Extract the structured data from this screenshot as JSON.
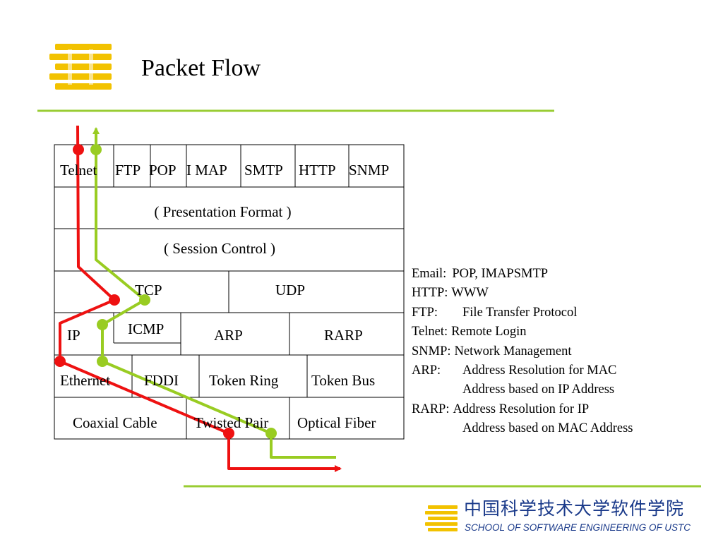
{
  "slide": {
    "title": "Packet Flow",
    "brand_color": "#f2c200",
    "accent_line_color": "#99cc33",
    "path_a_color": "#ee1111",
    "path_b_color": "#99cc22"
  },
  "stack": {
    "application": [
      "Telnet",
      "FTP",
      "POP",
      "I MAP",
      "SMTP",
      "HTTP",
      "SNMP"
    ],
    "presentation": "( Presentation Format )",
    "session": "( Session Control )",
    "transport": [
      "TCP",
      "UDP"
    ],
    "network": [
      "IP",
      "ICMP",
      "ARP",
      "RARP"
    ],
    "link": [
      "Ethernet",
      "FDDI",
      "Token Ring",
      "Token Bus"
    ],
    "physical": [
      "Coaxial Cable",
      "Twisted Pair",
      "Optical Fiber"
    ]
  },
  "notes": [
    {
      "key": "Email:",
      "text": "POP, IMAPSMTP"
    },
    {
      "key": "HTTP:",
      "text": "WWW"
    },
    {
      "key": "FTP:",
      "text": "File Transfer Protocol"
    },
    {
      "key": "Telnet:",
      "text": "Remote Login"
    },
    {
      "key": "SNMP:",
      "text": "Network Management"
    },
    {
      "key": "ARP:",
      "text": "Address Resolution for MAC"
    },
    {
      "key": "",
      "text": "Address based on IP Address"
    },
    {
      "key": "RARP:",
      "text": "Address Resolution for IP"
    },
    {
      "key": "",
      "text": "Address based on MAC Address"
    }
  ],
  "footer": {
    "school_cn": "中国科学技术大学软件学院",
    "school_en": "SCHOOL OF SOFTWARE ENGINEERING OF USTC"
  }
}
